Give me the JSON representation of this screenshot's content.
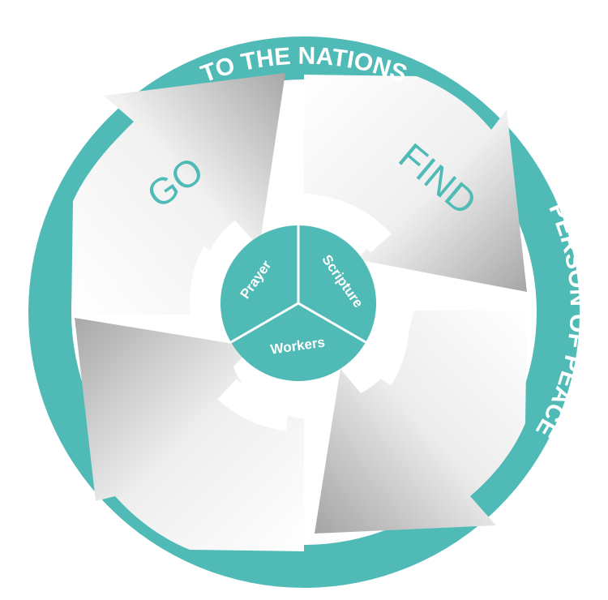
{
  "colors": {
    "teal": "#4fbab6",
    "arrow_light": "#f7f7f7",
    "arrow_dark": "#a9a9a9",
    "background": "#ffffff"
  },
  "ring_labels": {
    "top": "TO THE NATIONS",
    "right": "PERSON OF PEACE"
  },
  "quadrant_labels": {
    "go": "GO",
    "find": "FIND"
  },
  "hub": {
    "segments": [
      "Prayer",
      "Scripture",
      "Workers"
    ]
  }
}
